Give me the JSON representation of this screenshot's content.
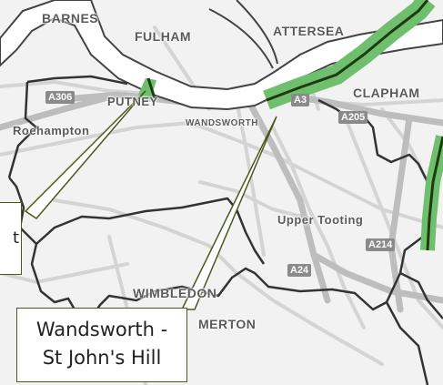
{
  "places": [
    {
      "id": "barnes",
      "label": "BARNES"
    },
    {
      "id": "fulham",
      "label": "FULHAM"
    },
    {
      "id": "battersea",
      "label": "ATTERSEA"
    },
    {
      "id": "putney",
      "label": "PUTNEY"
    },
    {
      "id": "roehampton",
      "label": "Roehampton"
    },
    {
      "id": "wandsworth",
      "label": "WANDSWORTH"
    },
    {
      "id": "clapham",
      "label": "CLAPHAM"
    },
    {
      "id": "upper-tooting",
      "label": "Upper Tooting"
    },
    {
      "id": "wimbledon",
      "label": "WIMBLEDON"
    },
    {
      "id": "merton",
      "label": "MERTON"
    }
  ],
  "roads": [
    {
      "id": "a306",
      "label": "A306"
    },
    {
      "id": "a3",
      "label": "A3"
    },
    {
      "id": "a205",
      "label": "A205"
    },
    {
      "id": "a214",
      "label": "A214"
    },
    {
      "id": "a24",
      "label": "A24"
    }
  ],
  "callouts": {
    "main": {
      "line1": "Wandsworth -",
      "line2": "St John's Hill"
    },
    "left": {
      "text": "t"
    }
  },
  "colors": {
    "background": "#f2f2f2",
    "river": "#ffffff",
    "river_bank": "#444444",
    "borough_boundary": "#333333",
    "route_highlight": "#6fbf6f",
    "route_line": "#1e3a10",
    "callout_border": "#4a5a1a",
    "road_badge": "#8a8a8a"
  }
}
